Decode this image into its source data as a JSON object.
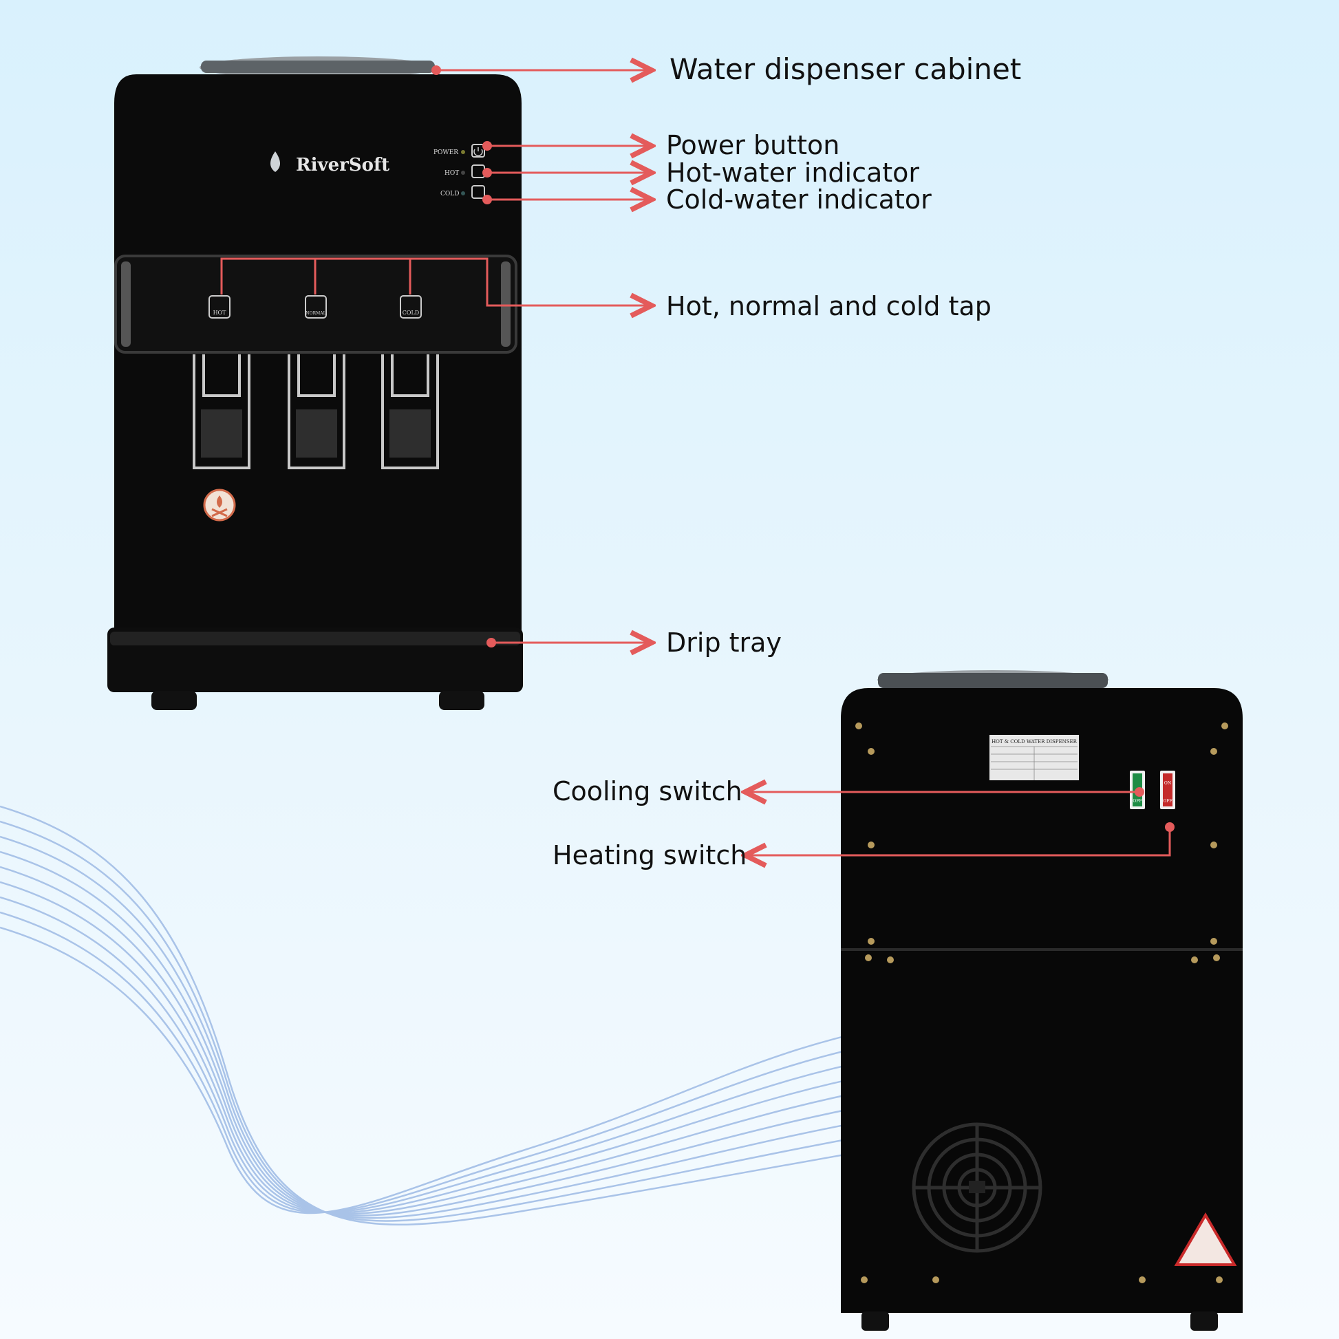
{
  "brand": {
    "name": "RiverSoft"
  },
  "front_panel": {
    "power_label": "POWER",
    "hot_label": "HOT",
    "cold_label": "COLD",
    "tap_hot": "HOT",
    "tap_normal": "NORMAL",
    "tap_cold": "COLD"
  },
  "rear_panel": {
    "spec_plate_title": "HOT & COLD WATER DISPENSER",
    "cooling_switch_label": "OFF",
    "heating_switch_on": "ON",
    "heating_switch_off": "OFF"
  },
  "callouts": {
    "cabinet": "Water dispenser cabinet",
    "power": "Power button",
    "hot_indicator": "Hot-water indicator",
    "cold_indicator": "Cold-water indicator",
    "taps": "Hot, normal and cold tap",
    "drip_tray": "Drip tray",
    "cooling_switch": "Cooling switch",
    "heating_switch": "Heating switch"
  },
  "colors": {
    "leader": "#e45b5b",
    "wave": "#a9c3e8",
    "body": "#0b0b0b"
  }
}
